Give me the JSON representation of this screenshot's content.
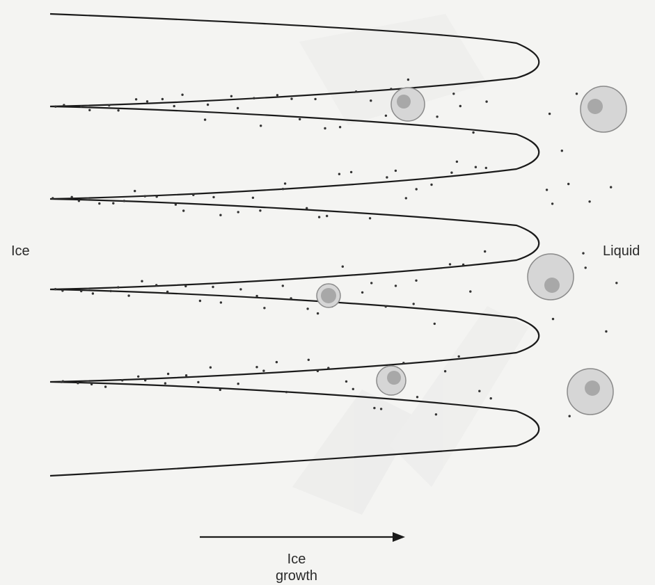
{
  "labels": {
    "left": "Ice",
    "right": "Liquid",
    "growth_line1": "Ice",
    "growth_line2": "growth"
  },
  "colors": {
    "line": "#1a1a1a",
    "particle": "#333333",
    "cell_outer": "#d6d6d6",
    "cell_outer_stroke": "#8a8a8a",
    "cell_nucleus": "#a8a8a8",
    "background": "#f4f4f2"
  }
}
